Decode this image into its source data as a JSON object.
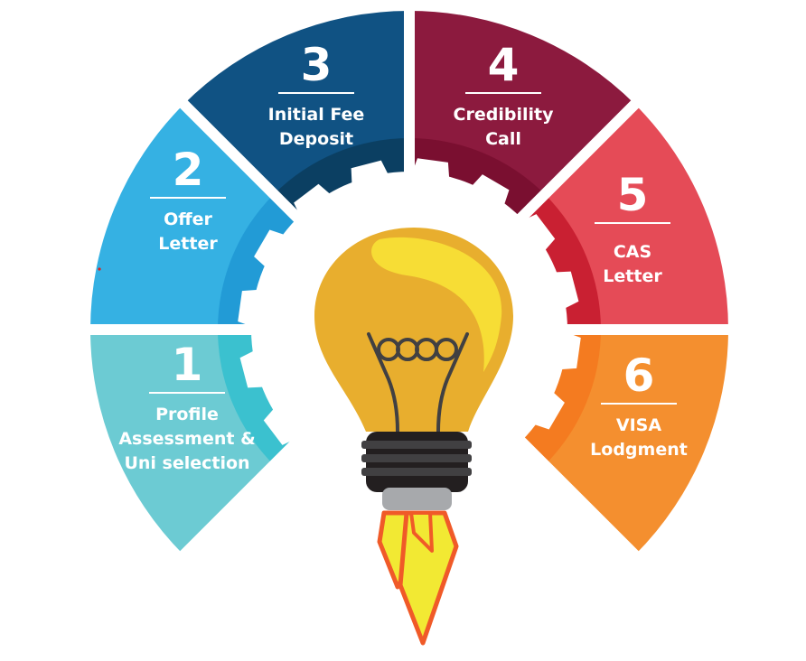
{
  "steps": [
    {
      "number": "1",
      "label": "Profile\nAssessment &\nUni selection",
      "color": "#6ccbd3",
      "band_color": "#3bc1cf"
    },
    {
      "number": "2",
      "label": "Offer\nLetter",
      "color": "#35b1e3",
      "band_color": "#229bd6"
    },
    {
      "number": "3",
      "label": "Initial Fee\nDeposit",
      "color": "#105283",
      "band_color": "#0b3f62"
    },
    {
      "number": "4",
      "label": "Credibility\nCall",
      "color": "#8c1a3e",
      "band_color": "#7a0f30"
    },
    {
      "number": "5",
      "label": "CAS\nLetter",
      "color": "#e54b57",
      "band_color": "#c92032"
    },
    {
      "number": "6",
      "label": "VISA\nLodgment",
      "color": "#f48f2f",
      "band_color": "#f47b20"
    }
  ],
  "center_icon": "lightbulb-rocket-icon",
  "bulb_colors": {
    "glass": "#e8ae2e",
    "highlight": "#f7dd35",
    "filament": "#414042",
    "base": "#231f20",
    "cap": "#a7a9ac",
    "flame_outer": "#f05a28",
    "flame_inner": "#f2e933"
  }
}
